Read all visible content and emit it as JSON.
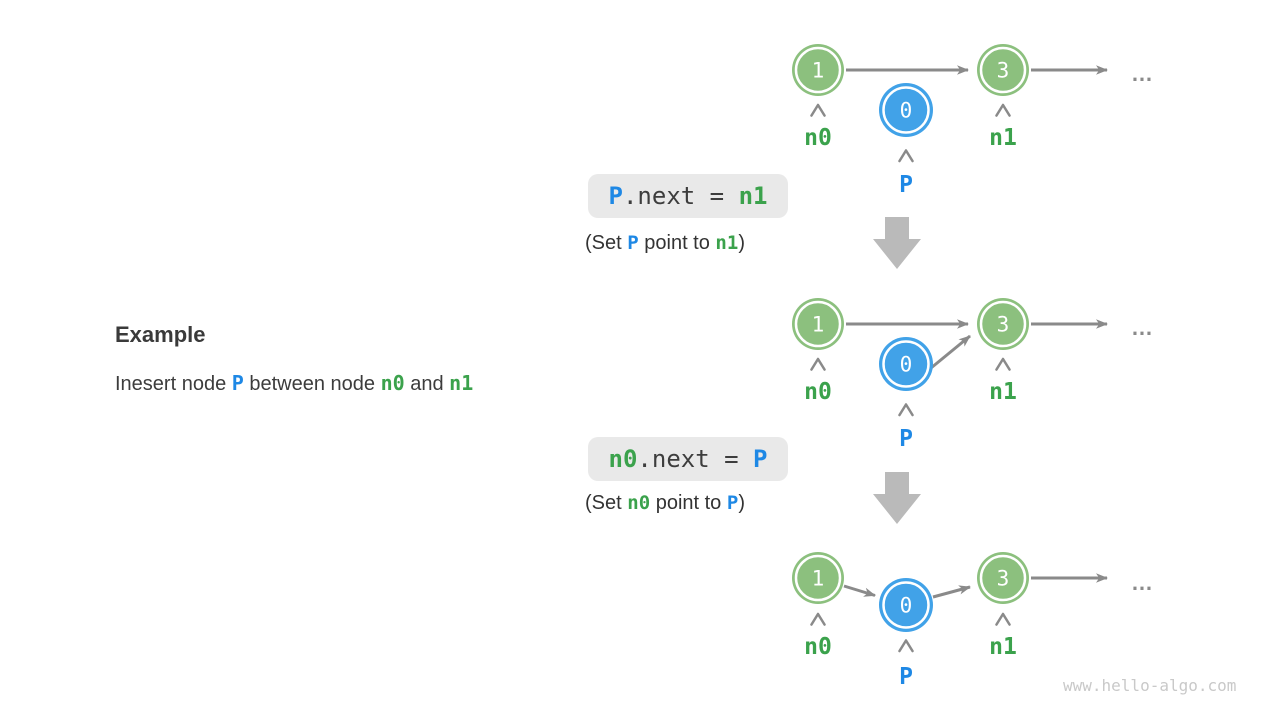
{
  "example": {
    "heading": "Example",
    "line": {
      "t1": "Inesert node ",
      "p": "P",
      "t2": " between node ",
      "n0": "n0",
      "t3": " and ",
      "n1": "n1"
    }
  },
  "diagram": {
    "node1_value": "1",
    "node0_value": "0",
    "node3_value": "3",
    "label_n0": "n0",
    "label_n1": "n1",
    "label_p": "P",
    "ellipsis": "…"
  },
  "step1": {
    "code": {
      "lhs": "P",
      "mid": ".next = ",
      "rhs": "n1"
    },
    "caption": {
      "pre": "(Set ",
      "a": "P",
      "mid": " point to ",
      "b": "n1",
      "post": ")"
    }
  },
  "step2": {
    "code": {
      "lhs": "n0",
      "mid": ".next = ",
      "rhs": "P"
    },
    "caption": {
      "pre": "(Set ",
      "a": "n0",
      "mid": " point to ",
      "b": "P",
      "post": ")"
    }
  },
  "watermark": {
    "text": "www.hello-algo.com"
  },
  "colors": {
    "node_green": "#8CC07E",
    "node_blue": "#41A2E8",
    "text_green": "#3BA24C",
    "text_blue": "#1E88E5",
    "arrow_gray": "#8A8A8A",
    "block_arrow_gray": "#BABABA",
    "code_bg": "#E9E9E9",
    "text_dark": "#3C3C3C",
    "watermark_gray": "#C9C9C9"
  }
}
